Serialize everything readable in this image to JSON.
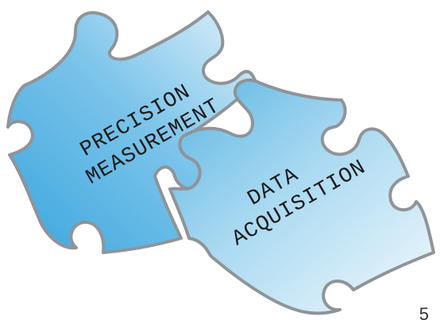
{
  "pieces": {
    "left": {
      "line1": "PRECISION",
      "line2": "MEASUREMENT"
    },
    "right": {
      "line1": "DATA",
      "line2": "ACQUISITION"
    }
  },
  "page_number": "5",
  "colors": {
    "piece_dark": "#3aa6de",
    "piece_light": "#e6f4fb",
    "outline": "#8f9498"
  }
}
